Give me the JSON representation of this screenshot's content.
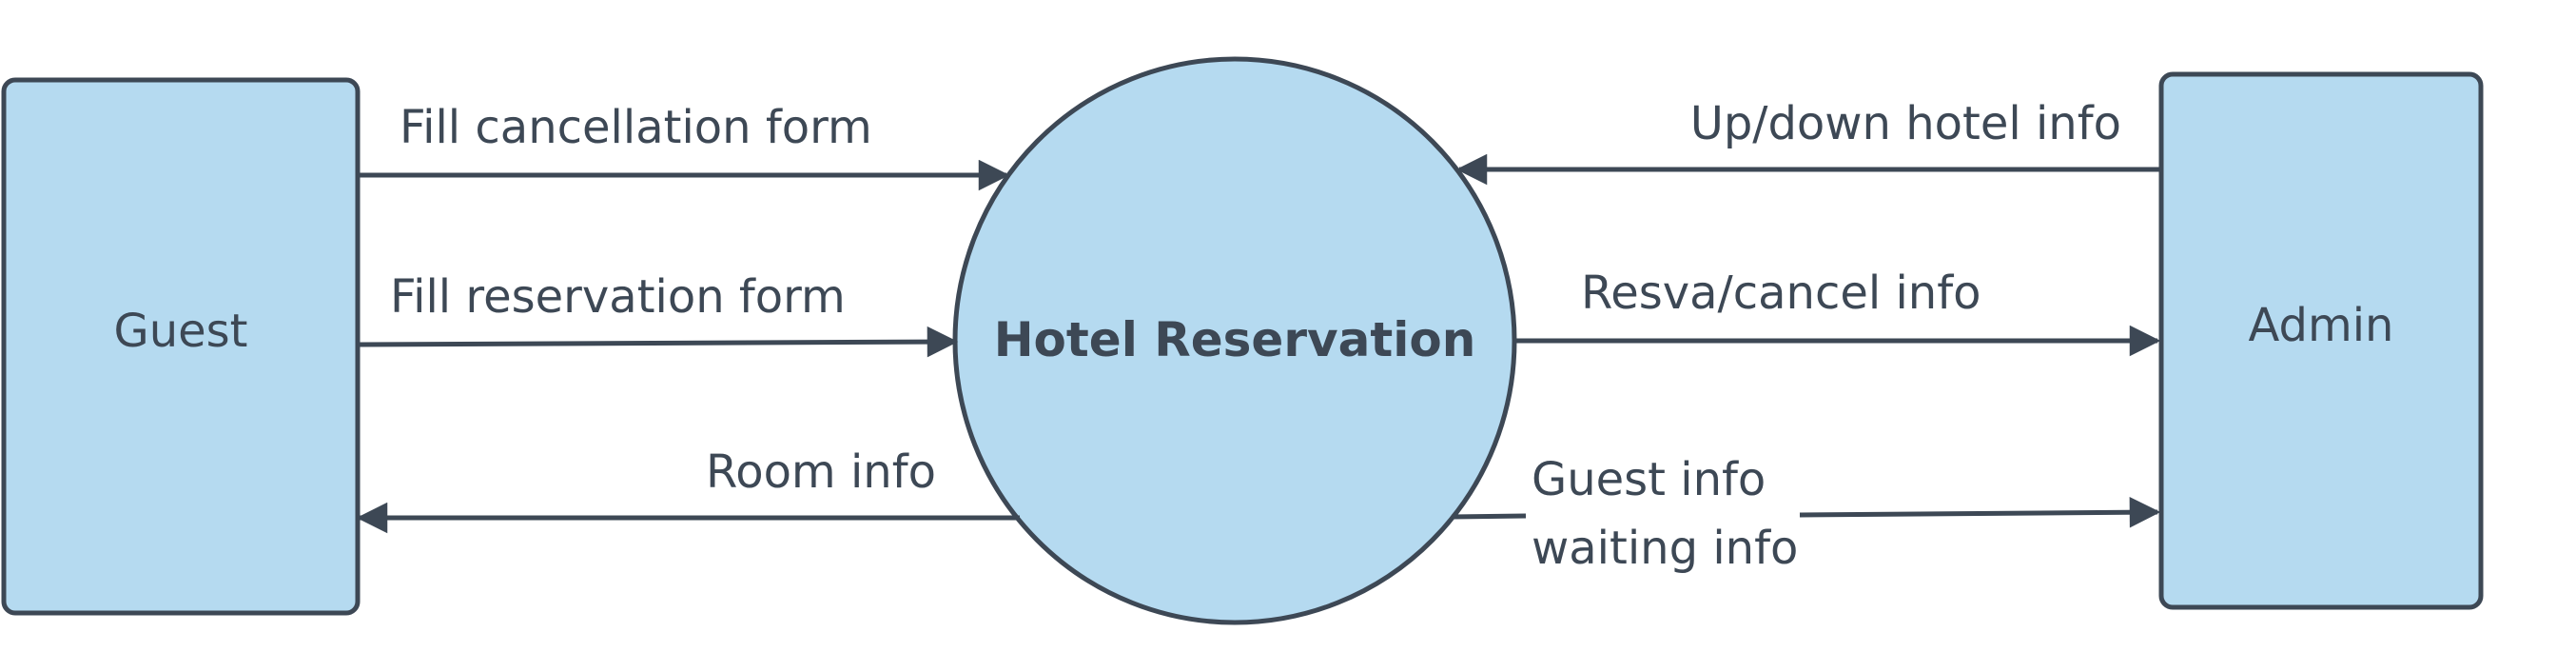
{
  "colors": {
    "fill": "#b5daf0",
    "stroke": "#3d4855",
    "text": "#3d4855",
    "background": "#ffffff"
  },
  "nodes": {
    "guest": {
      "label": "Guest"
    },
    "process": {
      "label": "Hotel Reservation"
    },
    "admin": {
      "label": "Admin"
    }
  },
  "flows": {
    "fill_cancellation": "Fill cancellation form",
    "fill_reservation": "Fill reservation form",
    "room_info": "Room info",
    "up_down_hotel": "Up/down hotel info",
    "resva_cancel": "Resva/cancel info",
    "guest_info_line1": "Guest info",
    "guest_info_line2": "waiting info"
  }
}
